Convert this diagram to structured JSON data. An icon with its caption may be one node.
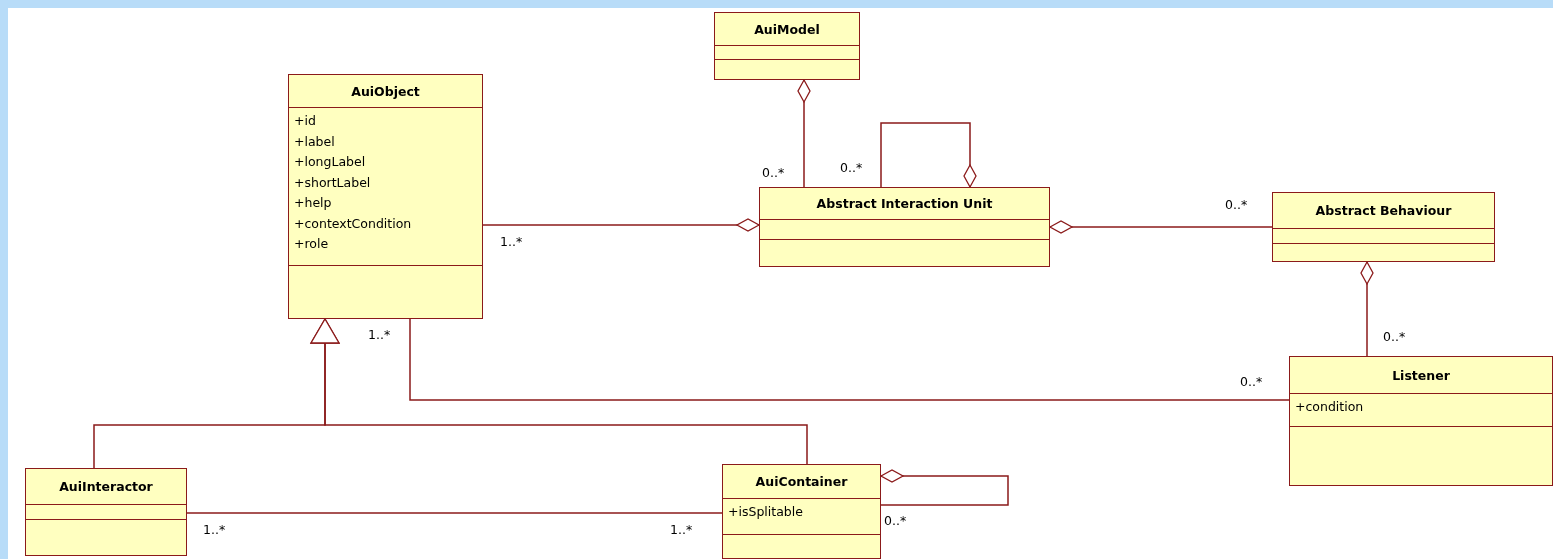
{
  "diagram": {
    "nodes": [
      {
        "text": [
          "AuiModel"
        ]
      },
      {
        "text": [
          "AuiObject",
          "+id",
          "+label",
          "+longLabel",
          "+shortLabel",
          "+help",
          "+contextCondition",
          "+role"
        ]
      },
      {
        "text": [
          "Abstract Interaction Unit"
        ]
      },
      {
        "text": [
          "Abstract Behaviour"
        ]
      },
      {
        "text": [
          "Listener",
          "+condition"
        ]
      },
      {
        "text": [
          "AuiInteractor"
        ]
      },
      {
        "text": [
          "AuiContainer",
          "+isSplitable"
        ]
      }
    ],
    "edges": [
      {
        "from": 0,
        "to": 2,
        "arrow": "other"
      },
      {
        "from": 2,
        "to": 2,
        "arrow": "other"
      },
      {
        "from": 2,
        "to": 1,
        "arrow": "other"
      },
      {
        "from": 2,
        "to": 3,
        "arrow": "other"
      },
      {
        "from": 3,
        "to": 4,
        "arrow": "other"
      },
      {
        "from": 1,
        "to": 4,
        "arrow": "none"
      },
      {
        "from": 5,
        "to": 1,
        "arrow": "to"
      },
      {
        "from": 6,
        "to": 1,
        "arrow": "to"
      },
      {
        "from": 5,
        "to": 6,
        "arrow": "none"
      },
      {
        "from": 6,
        "to": 6,
        "arrow": "other"
      }
    ],
    "labels": [
      "0..*",
      "0..*",
      "0..*",
      "1..*",
      "1..*",
      "0..*",
      "0..*",
      "1..*",
      "1..*",
      "0..*"
    ]
  }
}
